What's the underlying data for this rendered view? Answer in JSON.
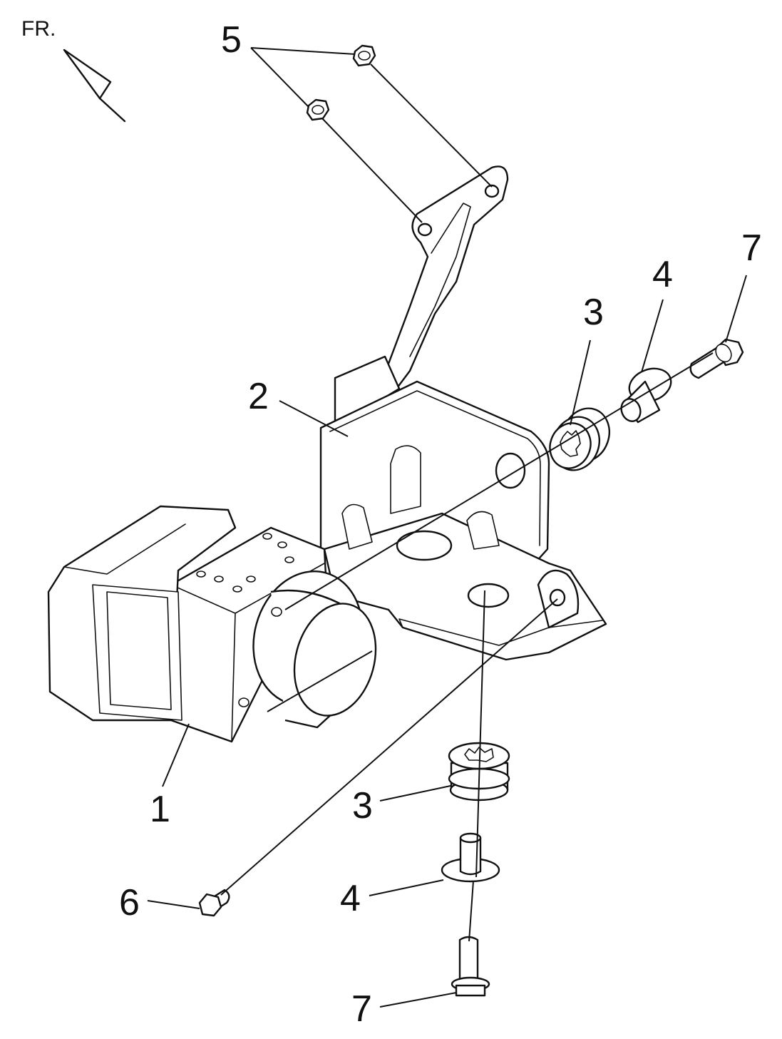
{
  "orientation": {
    "label": "FR."
  },
  "callouts": [
    {
      "id": "abs-unit",
      "text": "1"
    },
    {
      "id": "bracket",
      "text": "2"
    },
    {
      "id": "grommet-side",
      "text": "3"
    },
    {
      "id": "grommet-bottom",
      "text": "3"
    },
    {
      "id": "collar-side",
      "text": "4"
    },
    {
      "id": "collar-bottom",
      "text": "4"
    },
    {
      "id": "nuts",
      "text": "5"
    },
    {
      "id": "bolt-6",
      "text": "6"
    },
    {
      "id": "bolt-side",
      "text": "7"
    },
    {
      "id": "bolt-bottom",
      "text": "7"
    }
  ]
}
